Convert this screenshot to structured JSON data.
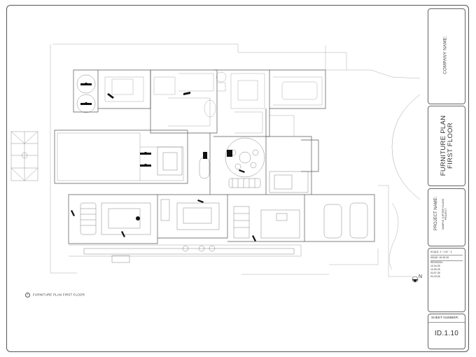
{
  "title_block": {
    "company_label": "COMPANY NAME:",
    "plan_title_1": "FURNITURE PLAN",
    "plan_title_2": "FIRST FLOOR",
    "project_label": "PROJECT NAME:",
    "project_name": "SAMPLE JUPITER ISLAND",
    "project_sub": "PROJECT",
    "scale": "SCALE: 1\" / 1/4\" : 1'",
    "issue": "ISSUE: 09.25.25",
    "revision_label": "REVISION:",
    "revisions": [
      "10.04.25",
      "10.09.25",
      "04.07.26",
      "04.15.26"
    ],
    "sheet_label": "SHEET NUMBER:",
    "sheet_number": "ID.1.10"
  },
  "drawing": {
    "caption_marker": "1",
    "caption": "FURNITURE PLAN FIRST FLOOR",
    "north": "N"
  }
}
